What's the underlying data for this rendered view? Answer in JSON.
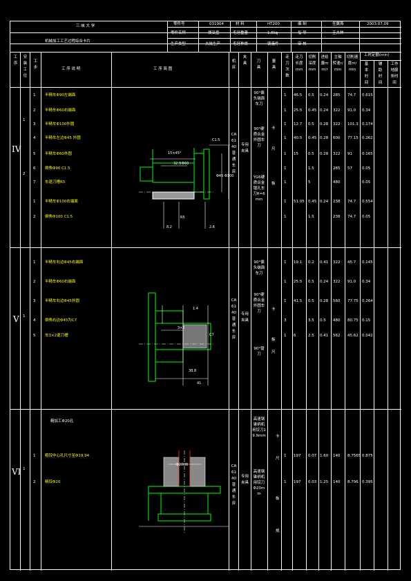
{
  "header": {
    "school": "三 峡 大 学",
    "card_title": "机械加工工艺过程综合卡片",
    "part_no_label": "零件号",
    "part_no": "031904",
    "material_label": "材 料",
    "material": "HT200",
    "drawn_label": "编 制",
    "drawn_by": "任翼燕",
    "date": "2003.07.09",
    "part_name_label": "零件名称",
    "part_name": "拨叉盘",
    "blank_weight_label": "毛坯重量",
    "blank_weight": "1.6kg",
    "reviewed_label": "指 导",
    "reviewed_by": "王大林",
    "production_label": "生产类型",
    "production_type": "大批生产",
    "blank_type_label": "毛坯种类",
    "blank_type": "铸造件",
    "check_label": "审 核"
  },
  "columns": {
    "process": "工序",
    "install": "安装工位",
    "step": "工步",
    "step_desc": "工 序 说 明",
    "sketch": "工 序 简 图",
    "machine": "机床",
    "fixture": "夹具",
    "tool": "刀具",
    "gauge": "量具",
    "passes": "走刀次数",
    "allowance": "走刀长度mm",
    "depth": "切削深度mm",
    "feed": "进给量mm/r",
    "speed": "主轴转速r/min",
    "cutting_speed": "切削速度m/min",
    "time_group": "工时定额(min)",
    "basic_time": "基本时间",
    "aux_time": "辅助时间",
    "service_time": "工作地服务时间"
  },
  "sections": [
    {
      "roman": "IV",
      "install": "1",
      "install2": "2",
      "machine": "CA6140普通车床",
      "fixture": "专用夹具",
      "tool1": "90°偏头端面车刀",
      "tool2": "90°硬质合金外圆车刀",
      "tool3": "YG6硬质合金镗孔车刀R=6mm",
      "gauge1": "卡",
      "gauge2": "尺",
      "gauge3": "板",
      "steps": [
        {
          "no": "1",
          "desc": "半精车Φ90左端面",
          "passes": "1",
          "len": "46.5",
          "depth": "0.5",
          "feed": "0.24",
          "speed": "285",
          "vc": "74.7",
          "time": "0.615"
        },
        {
          "no": "2",
          "desc": "半精车Φ60右端面",
          "passes": "1",
          "len": "25.5",
          "depth": "0.45",
          "feed": "0.24",
          "speed": "322",
          "vc": "91.0",
          "time": "0.34"
        },
        {
          "no": "3",
          "desc": "半精车Φ100外圆",
          "passes": "1",
          "len": "12.7",
          "depth": "0.5",
          "feed": "0.28",
          "speed": "322",
          "vc": "101.3",
          "time": "0.174"
        },
        {
          "no": "4",
          "desc": "半精车左边Φ45 外圆",
          "passes": "1",
          "len": "40.5",
          "depth": "0.45",
          "feed": "0.28",
          "speed": "600",
          "vc": "77.15",
          "time": "0.262"
        },
        {
          "no": "5",
          "desc": "半精车Φ60外圆",
          "passes": "1",
          "len": "15",
          "depth": "0.5",
          "feed": "0.28",
          "speed": "322",
          "vc": "91",
          "time": "0.165"
        },
        {
          "no": "6",
          "desc": "倒角Φ90 C1.5",
          "passes": "1",
          "len": "",
          "depth": "1.5",
          "feed": "",
          "speed": "285",
          "vc": "57",
          "time": "0.05"
        },
        {
          "no": "7",
          "desc": "车退刀槽R5",
          "passes": "1",
          "len": "",
          "depth": "5",
          "feed": "",
          "speed": "480",
          "vc": "",
          "time": "0.05"
        },
        {
          "no": "1",
          "desc": "半精车Φ100右端面",
          "passes": "1",
          "len": "51.05",
          "depth": "0.45",
          "feed": "0.24",
          "speed": "238",
          "vc": "74.7",
          "time": "0.554"
        },
        {
          "no": "2",
          "desc": "倒角Φ100 C1.5",
          "passes": "1",
          "len": "",
          "depth": "1.5",
          "feed": "",
          "speed": "238",
          "vc": "74.7",
          "time": "0.05"
        }
      ]
    },
    {
      "roman": "V",
      "install": "1",
      "machine": "CA6140普通车床",
      "fixture": "专用夹具",
      "tool1": "90°偏头端面车刀",
      "tool2": "90°硬质合金外圆车刀",
      "tool3": "90°镗刀",
      "gauge1": "卡",
      "gauge2": "板",
      "gauge3": "尺",
      "steps": [
        {
          "no": "1",
          "desc": "半精车右边Φ45右端面",
          "passes": "1",
          "len": "19.1",
          "depth": "0.2",
          "feed": "0.41",
          "speed": "322",
          "vc": "45.7",
          "time": "0.145"
        },
        {
          "no": "2",
          "desc": "半精车Φ60右端面",
          "passes": "1",
          "len": "25.5",
          "depth": "0.5",
          "feed": "0.24",
          "speed": "322",
          "vc": "91.0",
          "time": "0.34"
        },
        {
          "no": "3",
          "desc": "半精车右边Φ45外圆",
          "passes": "1",
          "len": "41.5",
          "depth": "0.5",
          "feed": "0.28",
          "speed": "560",
          "vc": "77.75",
          "time": "0.264"
        },
        {
          "no": "4",
          "desc": "倒角右边Φ45为C7",
          "passes": "3",
          "len": "",
          "depth": "3.5",
          "feed": "0.5",
          "speed": "480",
          "vc": "80.75",
          "time": "0.15"
        },
        {
          "no": "5",
          "desc": "车3×2退刀槽",
          "passes": "1",
          "len": "6",
          "depth": "2.5",
          "feed": "0.41",
          "speed": "562",
          "vc": "45.62",
          "time": "0.042"
        }
      ]
    },
    {
      "roman": "VI",
      "install": "1",
      "pre_text": "精加工Φ20孔",
      "machine": "CA6140普通车床",
      "fixture": "专用夹具",
      "tool1": "高速钢锥柄机用铰刀19.9mm",
      "tool2": "高速钢锥柄机用铰刀Φ20mm",
      "gauge1": "卡",
      "gauge2": "尺",
      "gauge3": "板",
      "gauge4": "规",
      "steps": [
        {
          "no": "1",
          "desc": "粗铰中心孔尺寸至Φ19.94",
          "passes": "1",
          "len": "197",
          "depth": "0.07",
          "feed": "1.60",
          "speed": "140",
          "vc": "8.7565",
          "time": "0.875"
        },
        {
          "no": "2",
          "desc": "精铰Φ20",
          "passes": "1",
          "len": "197",
          "depth": "0.03",
          "feed": "1.25",
          "speed": "140",
          "vc": "8.796",
          "time": "0.395"
        }
      ]
    }
  ],
  "sketch_dims": {
    "chamfer": "15×45°",
    "c15": "C1.5",
    "d1": "32.9",
    "d2": "Φ60",
    "d3": "Φ100",
    "d4": "Φ45",
    "d5": "8.2",
    "d6": "R5",
    "d7": "2.6",
    "v1": "1.4",
    "v2": "3×2",
    "v3": "38.8",
    "v4": "41",
    "v5": "C7",
    "w1": "Φ20H8"
  }
}
